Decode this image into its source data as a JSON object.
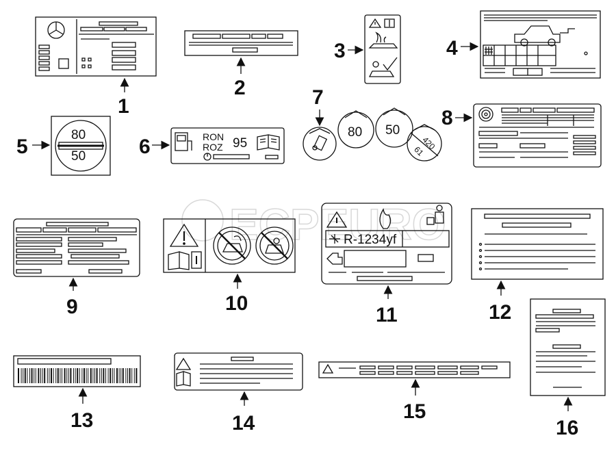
{
  "callouts": [
    "1",
    "2",
    "3",
    "4",
    "5",
    "6",
    "7",
    "8",
    "9",
    "10",
    "11",
    "12",
    "13",
    "14",
    "15",
    "16"
  ],
  "label5": {
    "top": "80",
    "bottom": "50"
  },
  "label6": {
    "line1": "RON",
    "line2": "ROZ",
    "octane": "95"
  },
  "label7": {
    "sign_a": "80",
    "sign_b": "50",
    "sign_c_top": "420",
    "sign_c_bottom": "61"
  },
  "label11": {
    "refrigerant": "R-1234yf"
  },
  "watermark": "ECPEURO"
}
